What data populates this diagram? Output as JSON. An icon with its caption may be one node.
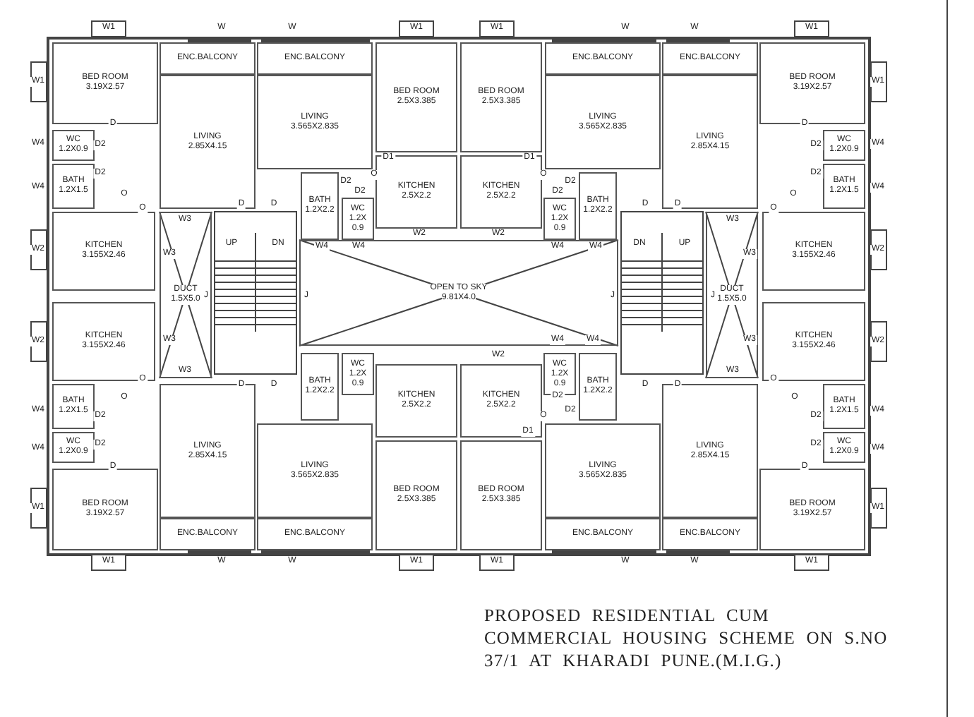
{
  "diagram": {
    "caption": "PROPOSED RESIDENTIAL CUM COMMERCIAL HOUSING SCHEME ON S.NO 37/1 AT KHARADI PUNE.(M.I.G.)",
    "nodes": [
      {
        "text": [
          "BED ROOM",
          "3.19X2.57"
        ]
      },
      {
        "text": [
          "ENC.BALCONY"
        ]
      },
      {
        "text": [
          "ENC.BALCONY"
        ]
      },
      {
        "text": [
          "BED ROOM",
          "2.5X3.385"
        ]
      },
      {
        "text": [
          "BED ROOM",
          "2.5X3.385"
        ]
      },
      {
        "text": [
          "ENC.BALCONY"
        ]
      },
      {
        "text": [
          "ENC.BALCONY"
        ]
      },
      {
        "text": [
          "BED ROOM",
          "3.19X2.57"
        ]
      },
      {
        "text": [
          "LIVING",
          "2.85X4.15"
        ]
      },
      {
        "text": [
          "LIVING",
          "3.565X2.835"
        ]
      },
      {
        "text": [
          "LIVING",
          "3.565X2.835"
        ]
      },
      {
        "text": [
          "LIVING",
          "2.85X4.15"
        ]
      },
      {
        "text": [
          "WC",
          "1.2X0.9"
        ]
      },
      {
        "text": [
          "WC",
          "1.2X0.9"
        ]
      },
      {
        "text": [
          "KITCHEN",
          "2.5X2.2"
        ]
      },
      {
        "text": [
          "KITCHEN",
          "2.5X2.2"
        ]
      },
      {
        "text": [
          "BATH",
          "1.2X1.5"
        ]
      },
      {
        "text": [
          "BATH",
          "1.2X1.5"
        ]
      },
      {
        "text": [
          "BATH",
          "1.2X2.2"
        ]
      },
      {
        "text": [
          "WC",
          "1.2X 0.9"
        ]
      },
      {
        "text": [
          "WC",
          "1.2X 0.9"
        ]
      },
      {
        "text": [
          "BATH",
          "1.2X2.2"
        ]
      },
      {
        "text": [
          "KITCHEN",
          "3.155X2.46"
        ]
      },
      {
        "text": [
          "KITCHEN",
          "3.155X2.46"
        ]
      },
      {
        "text": [
          "OPEN TO SKY",
          "9.81X4.0"
        ]
      },
      {
        "text": [
          "DUCT",
          "1.5X5.0"
        ]
      },
      {
        "text": [
          "DUCT",
          "1.5X5.0"
        ]
      },
      {
        "text": [
          "KITCHEN",
          "3.155X2.46"
        ]
      },
      {
        "text": [
          "KITCHEN",
          "3.155X2.46"
        ]
      },
      {
        "text": [
          "BATH",
          "1.2X2.2"
        ]
      },
      {
        "text": [
          "WC",
          "1.2X 0.9"
        ]
      },
      {
        "text": [
          "WC",
          "1.2X 0.9"
        ]
      },
      {
        "text": [
          "BATH",
          "1.2X2.2"
        ]
      },
      {
        "text": [
          "BATH",
          "1.2X1.5"
        ]
      },
      {
        "text": [
          "BATH",
          "1.2X1.5"
        ]
      },
      {
        "text": [
          "KITCHEN",
          "2.5X2.2"
        ]
      },
      {
        "text": [
          "KITCHEN",
          "2.5X2.2"
        ]
      },
      {
        "text": [
          "WC",
          "1.2X0.9"
        ]
      },
      {
        "text": [
          "WC",
          "1.2X0.9"
        ]
      },
      {
        "text": [
          "LIVING",
          "2.85X4.15"
        ]
      },
      {
        "text": [
          "LIVING",
          "3.565X2.835"
        ]
      },
      {
        "text": [
          "LIVING",
          "3.565X2.835"
        ]
      },
      {
        "text": [
          "LIVING",
          "2.85X4.15"
        ]
      },
      {
        "text": [
          "BED ROOM",
          "3.19X2.57"
        ]
      },
      {
        "text": [
          "BED ROOM",
          "2.5X3.385"
        ]
      },
      {
        "text": [
          "BED ROOM",
          "2.5X3.385"
        ]
      },
      {
        "text": [
          "BED ROOM",
          "3.19X2.57"
        ]
      },
      {
        "text": [
          "ENC.BALCONY"
        ]
      },
      {
        "text": [
          "ENC.BALCONY"
        ]
      },
      {
        "text": [
          "ENC.BALCONY"
        ]
      },
      {
        "text": [
          "ENC.BALCONY"
        ]
      }
    ],
    "labels": [
      "W1",
      "W",
      "W",
      "W1",
      "W1",
      "W",
      "W",
      "W1",
      "W1",
      "W1",
      "D",
      "D",
      "W4",
      "D2",
      "D2",
      "W4",
      "D1",
      "D1",
      "D2",
      "O",
      "O",
      "D2",
      "D2",
      "D2",
      "W4",
      "W4",
      "O",
      "D2",
      "D2",
      "O",
      "O",
      "D",
      "D",
      "D",
      "D",
      "O",
      "W3",
      "W3",
      "W2",
      "W2",
      "UP",
      "DN",
      "DN",
      "UP",
      "W2",
      "W3",
      "W4",
      "W4",
      "W4",
      "W4",
      "W3",
      "W2",
      "J",
      "J",
      "J",
      "J",
      "W2",
      "W3",
      "W4",
      "W4",
      "W3",
      "W2",
      "W2",
      "W3",
      "W3",
      "O",
      "D",
      "D",
      "D",
      "D",
      "O",
      "O",
      "D2",
      "O",
      "W4",
      "D2",
      "O",
      "D2",
      "D2",
      "W4",
      "D1",
      "D2",
      "D2",
      "W4",
      "W4",
      "D",
      "D",
      "W1",
      "W1",
      "W1",
      "W",
      "W",
      "W1",
      "W1",
      "W",
      "W",
      "W1"
    ]
  }
}
